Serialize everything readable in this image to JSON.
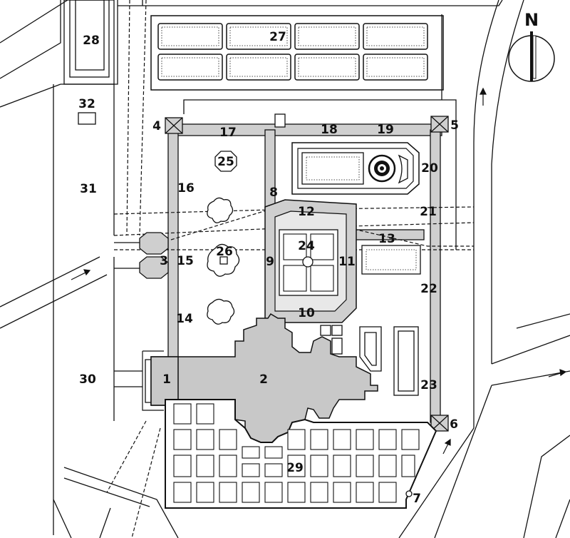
{
  "plan_title": "",
  "north_label": "N",
  "colors": {
    "background": "#ffffff",
    "ink": "#111111",
    "walkway_fill": "#cfcfcf",
    "church_fill": "#c8c8c8"
  },
  "numbers": {
    "n1": "1",
    "n2": "2",
    "n3": "3",
    "n4": "4",
    "n5": "5",
    "n6": "6",
    "n7": "7",
    "n8": "8",
    "n9": "9",
    "n10": "10",
    "n11": "11",
    "n12": "12",
    "n13": "13",
    "n14": "14",
    "n15": "15",
    "n16": "16",
    "n17": "17",
    "n18": "18",
    "n19": "19",
    "n20": "20",
    "n21": "21",
    "n22": "22",
    "n23": "23",
    "n24": "24",
    "n25": "25",
    "n26": "26",
    "n27": "27",
    "n28": "28",
    "n29": "29",
    "n30": "30",
    "n31": "31",
    "n32": "32"
  },
  "icons": {
    "north_arrow": "north-arrow-icon",
    "fountain": "fountain-icon",
    "street_arrow": "arrow-icon"
  }
}
